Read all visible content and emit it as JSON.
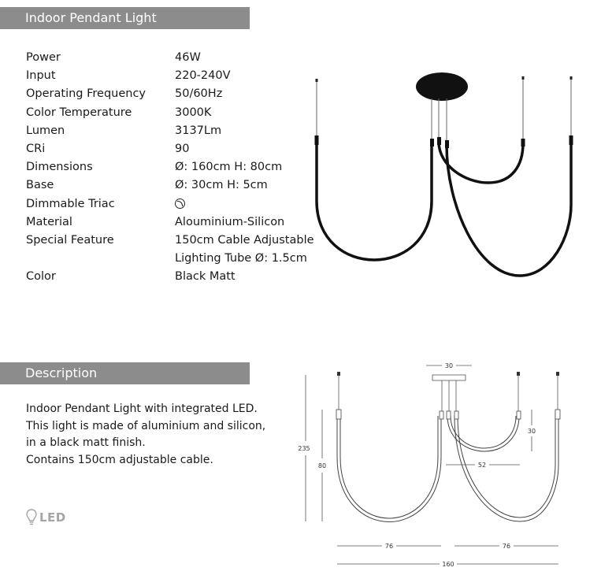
{
  "sections": {
    "specs_title": "Indoor Pendant Light",
    "description_title": "Description"
  },
  "specs": [
    {
      "label": "Power",
      "value": "46W"
    },
    {
      "label": "Input",
      "value": "220-240V"
    },
    {
      "label": "Operating Frequency",
      "value": "50/60Hz"
    },
    {
      "label": "Color Temperature",
      "value": "3000K"
    },
    {
      "label": "Lumen",
      "value": "3137Lm"
    },
    {
      "label": "CRi",
      "value": "90"
    },
    {
      "label": "Dimensions",
      "value": "Ø: 160cm  H: 80cm"
    },
    {
      "label": "Base",
      "value": "Ø: 30cm  H: 5cm"
    },
    {
      "label": "Dimmable Triac",
      "value": "",
      "icon": "dimmable-icon"
    },
    {
      "label": "Material",
      "value": "Alouminium-Silicon"
    },
    {
      "label": "Special Feature",
      "value": "150cm Cable Adjustable"
    },
    {
      "label": "",
      "value": "Lighting Tube Ø: 1.5cm"
    },
    {
      "label": "Color",
      "value": "Black Matt"
    }
  ],
  "description": {
    "lines": [
      "Indoor Pendant Light with integrated LED.",
      "This light is made of aluminium and silicon,",
      "in a black matt finish.",
      "Contains 150cm adjustable cable."
    ]
  },
  "badge": {
    "label": "LED",
    "icon": "bulb-icon"
  },
  "diagram": {
    "base_width": "30",
    "total_height": "235",
    "loop_height": "80",
    "small_loop_height": "30",
    "small_loop_width": "52",
    "left_width": "76",
    "right_width": "76",
    "total_width": "160"
  },
  "colors": {
    "bar": "#8c8c8c",
    "bar_text": "#ffffff",
    "badge": "#a5a5a5"
  }
}
